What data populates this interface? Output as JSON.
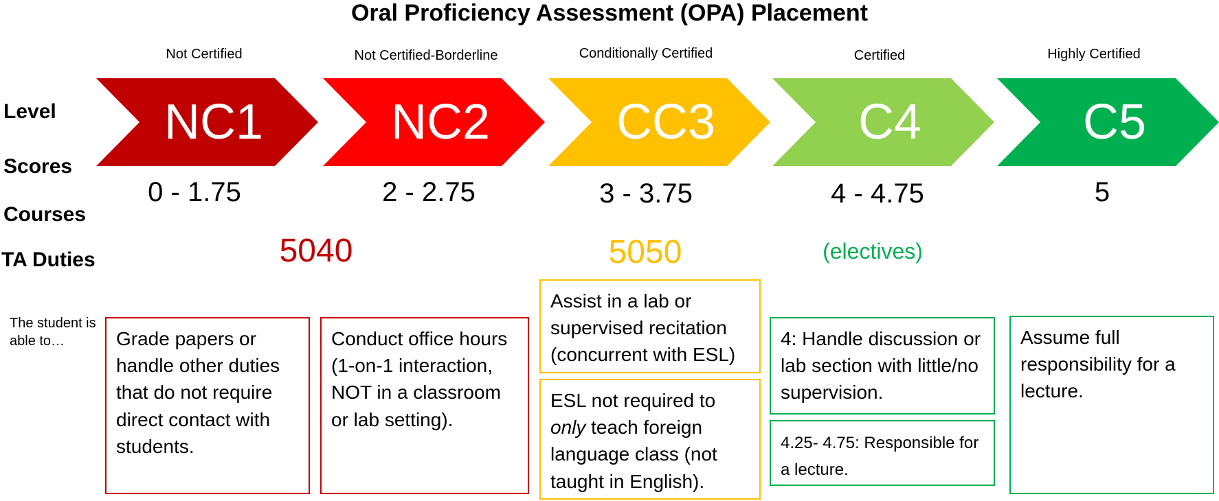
{
  "title": "Oral Proficiency Assessment (OPA) Placement",
  "row_labels": {
    "level": "Level",
    "scores": "Scores",
    "courses": "Courses",
    "ta_duties": "TA Duties"
  },
  "student_note": "The student is able to…",
  "levels": [
    {
      "code": "NC1",
      "name": "Not Certified",
      "score": "0 - 1.75",
      "color": "#c00000"
    },
    {
      "code": "NC2",
      "name": "Not Certified-Borderline",
      "score": "2 - 2.75",
      "color": "#ff0000"
    },
    {
      "code": "CC3",
      "name": "Conditionally Certified",
      "score": "3 - 3.75",
      "color": "#ffc000"
    },
    {
      "code": "C4",
      "name": "Certified",
      "score": "4 - 4.75",
      "color": "#92d050"
    },
    {
      "code": "C5",
      "name": "Highly Certified",
      "score": "5",
      "color": "#00b050"
    }
  ],
  "courses": {
    "c5040": {
      "text": "5040",
      "color": "#c00000"
    },
    "c5050": {
      "text": "5050",
      "color": "#ffc000"
    },
    "electives": {
      "text": "(electives)",
      "color": "#00b050"
    }
  },
  "duties": {
    "nc1": "Grade papers or handle other duties that do not require direct contact with students.",
    "nc2": "Conduct office hours (1-on-1 interaction, NOT in a classroom or lab setting).",
    "cc3_a": "Assist in a lab or supervised recitation (concurrent with ESL)",
    "cc3_b_pre": "ESL not required to ",
    "cc3_b_em": "only",
    "cc3_b_post": " teach foreign language class (not taught in English).",
    "c4_a": "4: Handle discussion or lab section with little/no supervision.",
    "c4_b_prefix": "4.25- 4.75: ",
    "c4_b_rest": "Responsible for a lecture.",
    "c5": "Assume full responsibility for a lecture."
  }
}
